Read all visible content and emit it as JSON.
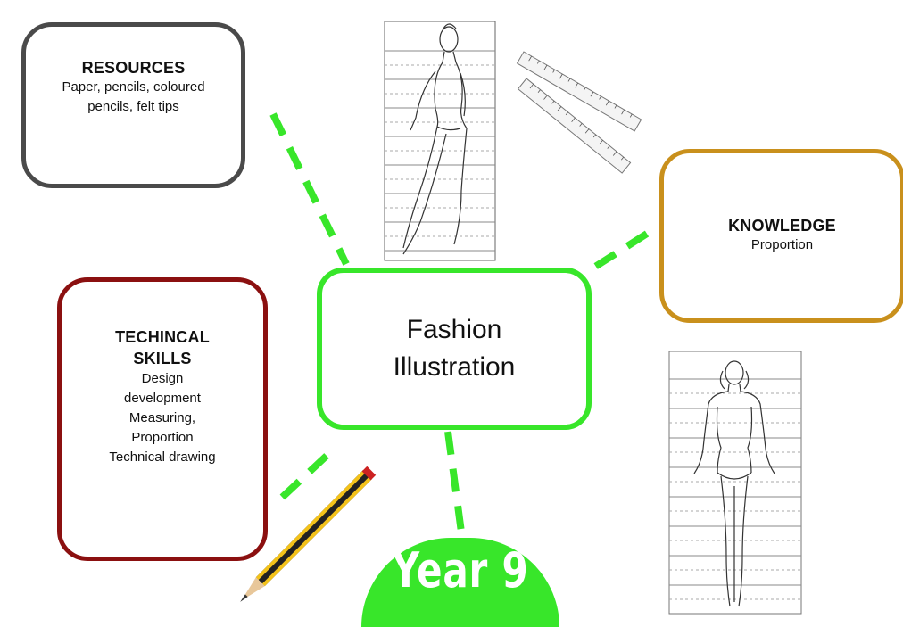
{
  "center": {
    "title_line1": "Fashion",
    "title_line2": "Illustration"
  },
  "resources": {
    "heading": "RESOURCES",
    "text": "Paper, pencils, coloured pencils, felt tips"
  },
  "knowledge": {
    "heading": "KNOWLEDGE",
    "text": "Proportion"
  },
  "technical": {
    "heading": "TECHINCAL SKILLS",
    "lines": [
      "Design",
      "development",
      "Measuring,",
      "Proportion",
      "Technical drawing"
    ]
  },
  "badge": {
    "text": "Year 9"
  },
  "illustrations": {
    "top_figure": "fashion-figure-side-view-sketch",
    "bottom_figure": "fashion-figure-front-view-sketch",
    "rulers": "ruler-pair",
    "pencil": "pencil"
  },
  "colors": {
    "connector": "#38e62a",
    "center_border": "#38e62a",
    "resources_border": "#4a4a4a",
    "knowledge_border": "#c9901c",
    "technical_border": "#8b1010",
    "badge": "#38e62a"
  }
}
